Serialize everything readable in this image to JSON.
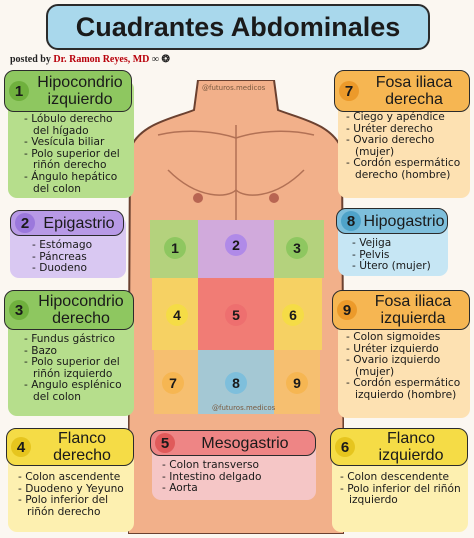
{
  "title": "Cuadrantes Abdominales",
  "posted_prefix": "posted by",
  "posted_author": "Dr. Ramon Reyes, MD",
  "posted_suffix": "∞ ❂",
  "watermark": "@futuros.medicos",
  "colors": {
    "green": "#b6de8c",
    "green_tab": "#8ec760",
    "purple": "#d9c8f2",
    "purple_tab": "#b89ae6",
    "orange": "#fde1b2",
    "orange_tab": "#f6b652",
    "yellow": "#fdf0b0",
    "yellow_tab": "#f5dc46",
    "red": "#f5c6c6",
    "red_tab": "#ee8585"
  },
  "regions": [
    {
      "num": "1",
      "title": "Hipocondrio izquierdo",
      "items": [
        "Lóbulo derecho del hígado",
        "Vesícula biliar",
        "Polo superior del riñón derecho",
        "Ángulo hepático del colon"
      ]
    },
    {
      "num": "2",
      "title": "Epigastrio",
      "items": [
        "Estómago",
        "Páncreas",
        "Duodeno"
      ]
    },
    {
      "num": "3",
      "title": "Hipocondrio derecho",
      "items": [
        "Fundus gástrico",
        "Bazo",
        "Polo superior del riñón izquierdo",
        "Angulo esplénico del colon"
      ]
    },
    {
      "num": "4",
      "title": "Flanco derecho",
      "items": [
        "Colon ascendente",
        "Duodeno y Yeyuno",
        "Polo inferior del riñón derecho"
      ]
    },
    {
      "num": "5",
      "title": "Mesogastrio",
      "items": [
        "Colon transverso",
        "Intestino delgado",
        "Aorta"
      ]
    },
    {
      "num": "6",
      "title": "Flanco izquierdo",
      "items": [
        "Colon descendente",
        "Polo inferior del riñón izquierdo"
      ]
    },
    {
      "num": "7",
      "title": "Fosa iliaca derecha",
      "items": [
        "Ciego y apéndice",
        "Uréter derecho",
        "Ovario derecho (mujer)",
        "Cordón espermático derecho (hombre)"
      ]
    },
    {
      "num": "8",
      "title": "Hipogastrio",
      "items": [
        "Vejiga",
        "Pelvis",
        "Útero (mujer)"
      ]
    },
    {
      "num": "9",
      "title": "Fosa iliaca izquierda",
      "items": [
        "Colon sigmoides",
        "Uréter izquierdo",
        "Ovario izquierdo (mujer)",
        "Cordón espermático izquierdo (hombre)"
      ]
    }
  ],
  "grid_numbers": [
    "1",
    "2",
    "3",
    "4",
    "5",
    "6",
    "7",
    "8",
    "9"
  ]
}
